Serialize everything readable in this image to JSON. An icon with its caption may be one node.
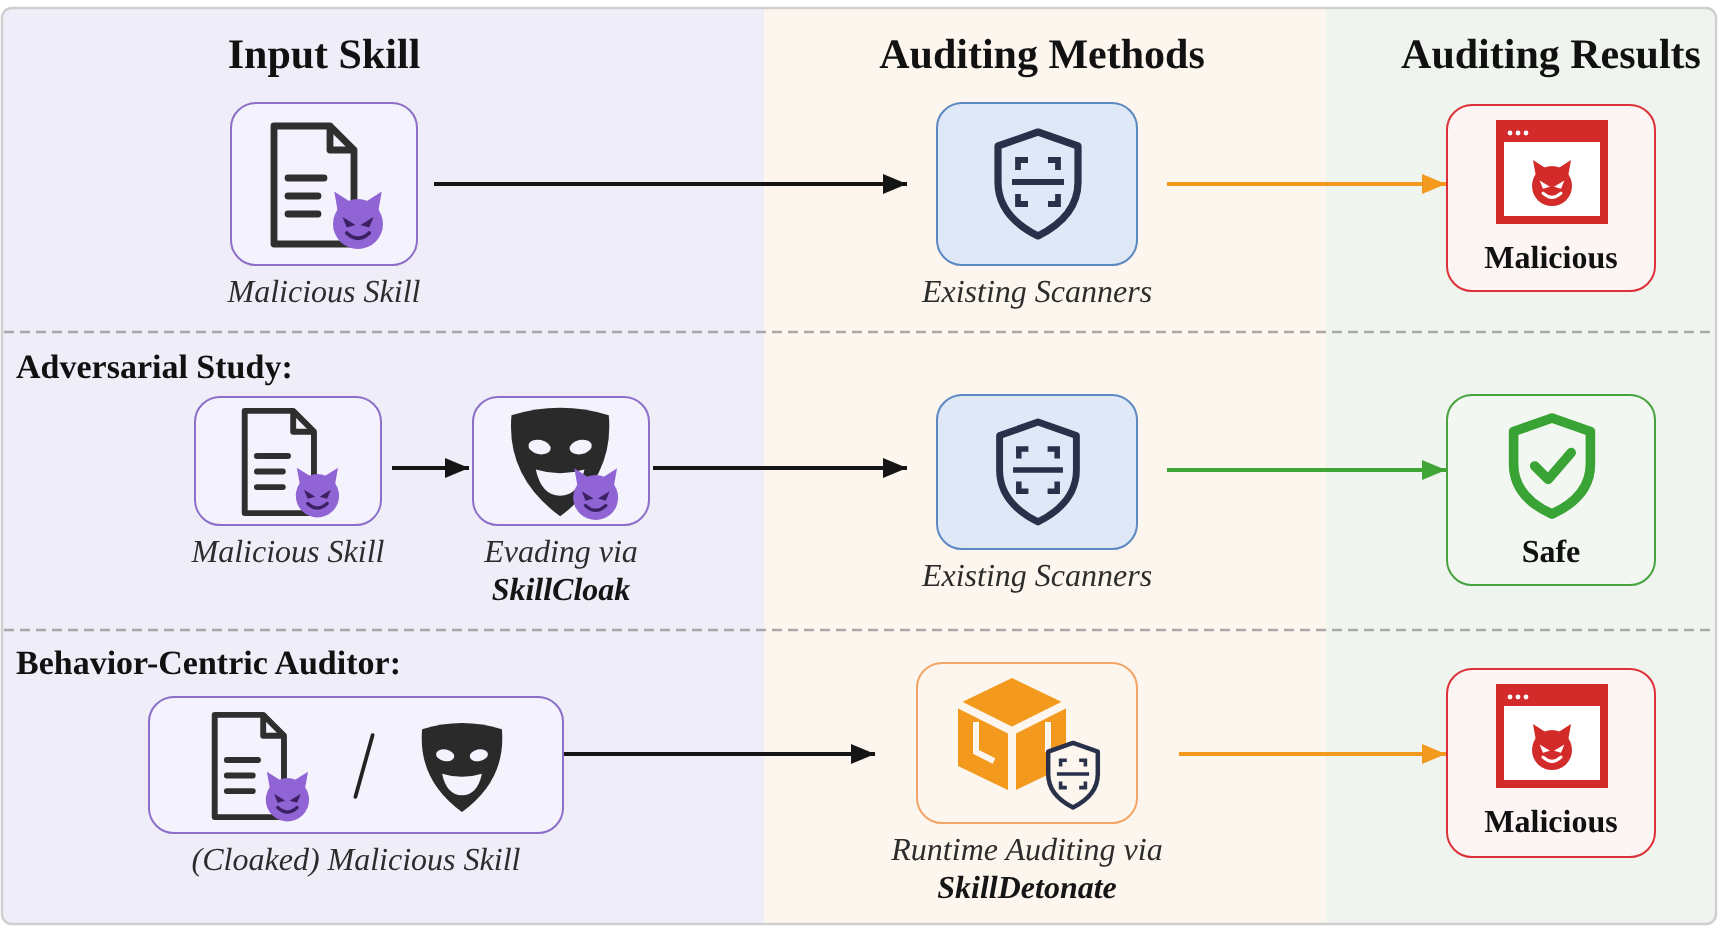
{
  "diagram": {
    "nodes": [
      {
        "text": [
          "Malicious Skill"
        ]
      },
      {
        "text": [
          "Existing Scanners"
        ]
      },
      {
        "text": [
          "Malicious"
        ]
      },
      {
        "text": [
          "Malicious Skill"
        ]
      },
      {
        "text": [
          "Evading via **SkillCloak**"
        ]
      },
      {
        "text": [
          "Existing Scanners"
        ]
      },
      {
        "text": [
          "Safe"
        ]
      },
      {
        "text": [
          "(Cloaked) Malicious Skill"
        ]
      },
      {
        "text": [
          "Runtime Auditing via **SkillDetonate**"
        ]
      },
      {
        "text": [
          "Malicious"
        ]
      }
    ],
    "edges": [
      {
        "from": 0,
        "to": 1,
        "arrow": "to"
      },
      {
        "from": 1,
        "to": 2,
        "arrow": "to",
        "color": "#f39a1e"
      },
      {
        "from": 3,
        "to": 4,
        "arrow": "to"
      },
      {
        "from": 4,
        "to": 5,
        "arrow": "to"
      },
      {
        "from": 5,
        "to": 6,
        "arrow": "to",
        "color": "#3fa535"
      },
      {
        "from": 7,
        "to": 8,
        "arrow": "to"
      },
      {
        "from": 8,
        "to": 9,
        "arrow": "to",
        "color": "#f39a1e"
      }
    ],
    "labels": [
      "Input Skill",
      "Auditing Methods",
      "Auditing Results",
      "Adversarial Study:",
      "Behavior-Centric Auditor:"
    ]
  }
}
